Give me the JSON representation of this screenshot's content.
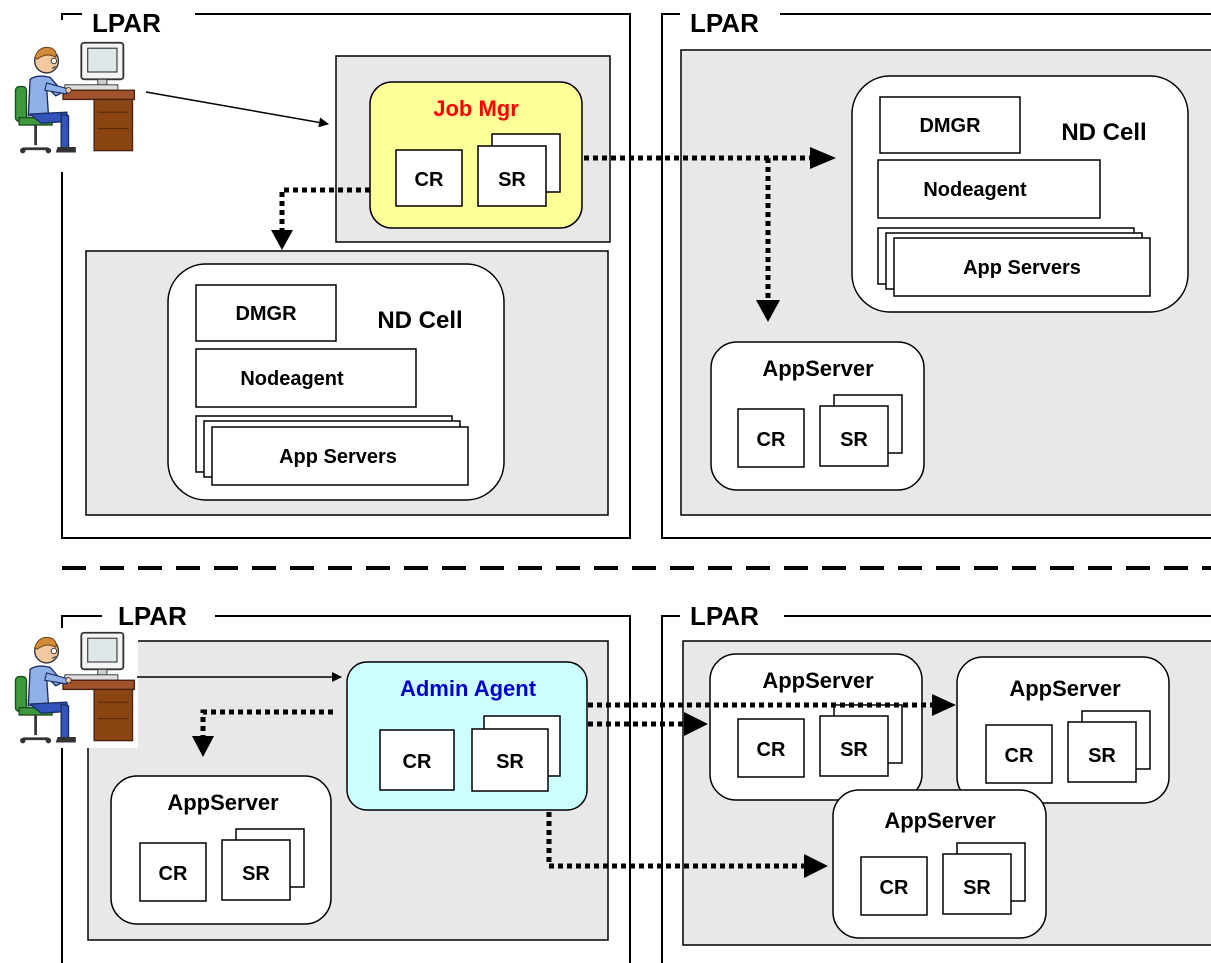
{
  "colors": {
    "shaded_region": "#e8e8e8",
    "job_mgr_fill": "#ffff99",
    "admin_agent_fill": "#ccffff",
    "job_mgr_title": "#ff0000",
    "admin_agent_title": "#0000cc"
  },
  "top": {
    "lpar_left_label": "LPAR",
    "lpar_right_label": "LPAR",
    "job_mgr": {
      "title": "Job Mgr",
      "cr": "CR",
      "sr": "SR"
    },
    "nd_cell_left": {
      "title": "ND Cell",
      "dmgr": "DMGR",
      "nodeagent": "Nodeagent",
      "app_servers": "App Servers"
    },
    "nd_cell_right": {
      "title": "ND Cell",
      "dmgr": "DMGR",
      "nodeagent": "Nodeagent",
      "app_servers": "App Servers"
    },
    "appserver_right": {
      "title": "AppServer",
      "cr": "CR",
      "sr": "SR"
    },
    "user_icon": "user-at-computer-icon"
  },
  "bottom": {
    "lpar_left_label": "LPAR",
    "lpar_right_label": "LPAR",
    "admin_agent": {
      "title": "Admin Agent",
      "cr": "CR",
      "sr": "SR"
    },
    "appserver_left": {
      "title": "AppServer",
      "cr": "CR",
      "sr": "SR"
    },
    "appserver_r1": {
      "title": "AppServer",
      "cr": "CR",
      "sr": "SR"
    },
    "appserver_r2": {
      "title": "AppServer",
      "cr": "CR",
      "sr": "SR"
    },
    "appserver_r3": {
      "title": "AppServer",
      "cr": "CR",
      "sr": "SR"
    },
    "user_icon": "user-at-computer-icon"
  }
}
